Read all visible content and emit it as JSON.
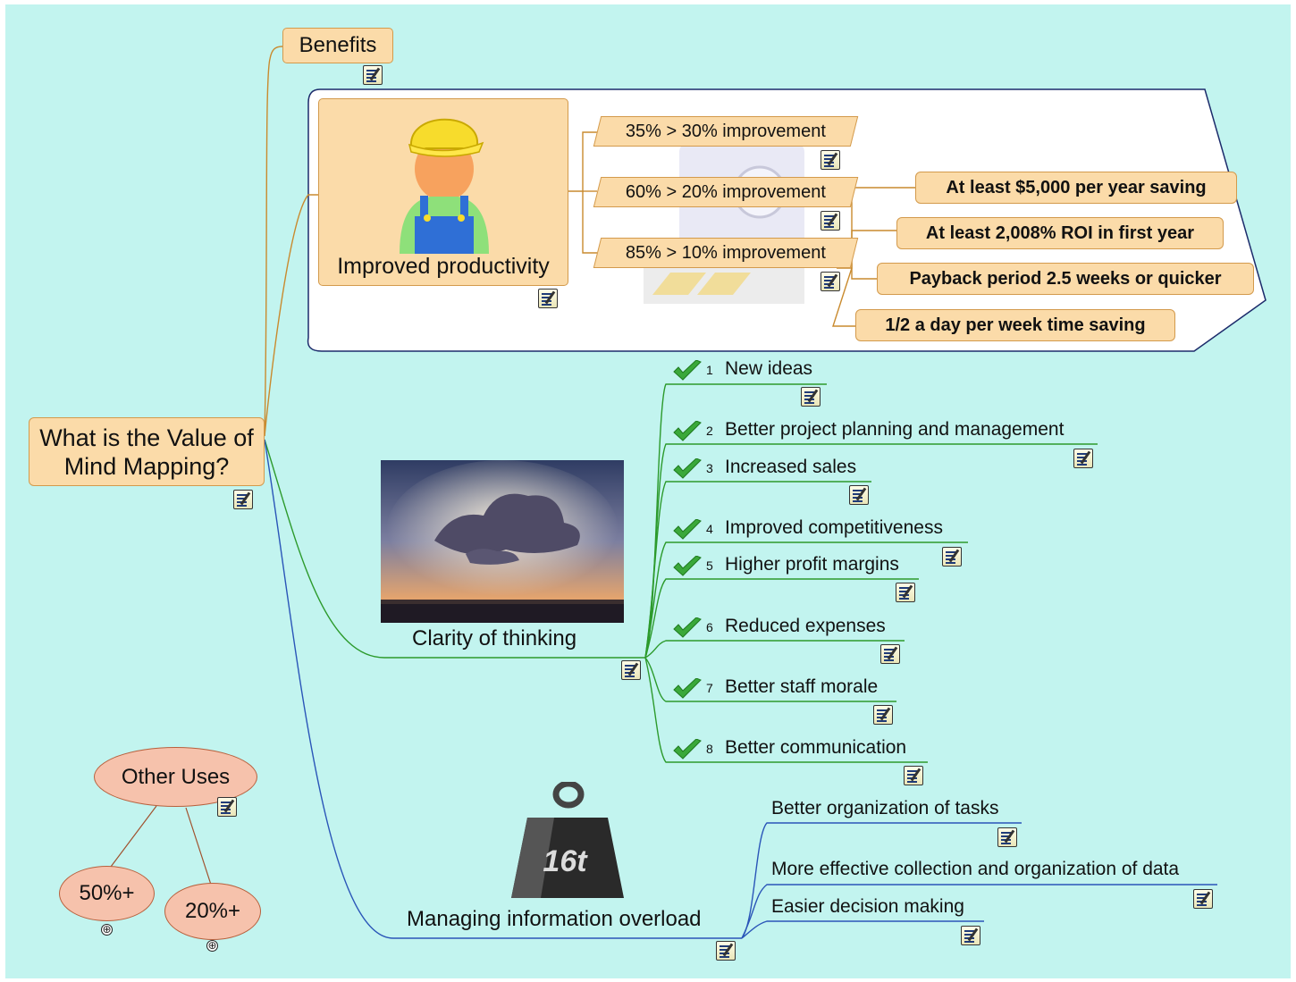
{
  "central": {
    "title": "What is the Value of Mind Mapping?"
  },
  "benefits": {
    "label": "Benefits",
    "productivity": {
      "label": "Improved productivity",
      "items": [
        "35% > 30% improvement",
        "60% > 20% improvement",
        "85% > 10% improvement"
      ],
      "savings": [
        "At least $5,000 per year saving",
        "At least 2,008% ROI in first year",
        "Payback period 2.5 weeks or quicker",
        "1/2 a day per week time saving"
      ]
    }
  },
  "clarity": {
    "label": "Clarity of thinking",
    "items": [
      {
        "num": "1",
        "label": "New ideas"
      },
      {
        "num": "2",
        "label": "Better project planning and management"
      },
      {
        "num": "3",
        "label": "Increased sales"
      },
      {
        "num": "4",
        "label": "Improved competitiveness"
      },
      {
        "num": "5",
        "label": "Higher profit margins"
      },
      {
        "num": "6",
        "label": "Reduced expenses"
      },
      {
        "num": "7",
        "label": "Better staff morale"
      },
      {
        "num": "8",
        "label": "Better communication"
      }
    ]
  },
  "overload": {
    "label": "Managing information overload",
    "weight_label": "16t",
    "items": [
      "Better organization of tasks",
      "More effective collection and organization of data",
      "Easier decision making"
    ]
  },
  "other_uses": {
    "label": "Other Uses",
    "children": [
      "50%+",
      "20%+"
    ],
    "expand_symbol": "⊕"
  },
  "icons": [
    "note-icon",
    "checkmark-icon",
    "worker-icon",
    "sunset-image",
    "weight-icon",
    "expand-icon"
  ],
  "colors": {
    "background": "#c2f4ef",
    "topic_fill": "#fbdba9",
    "benefit_line": "#c98a2e",
    "clarity_line": "#2c9a2c",
    "overload_line": "#2a55b8",
    "check": "#3aa83a",
    "ellipse_fill": "#f6c2ac"
  }
}
